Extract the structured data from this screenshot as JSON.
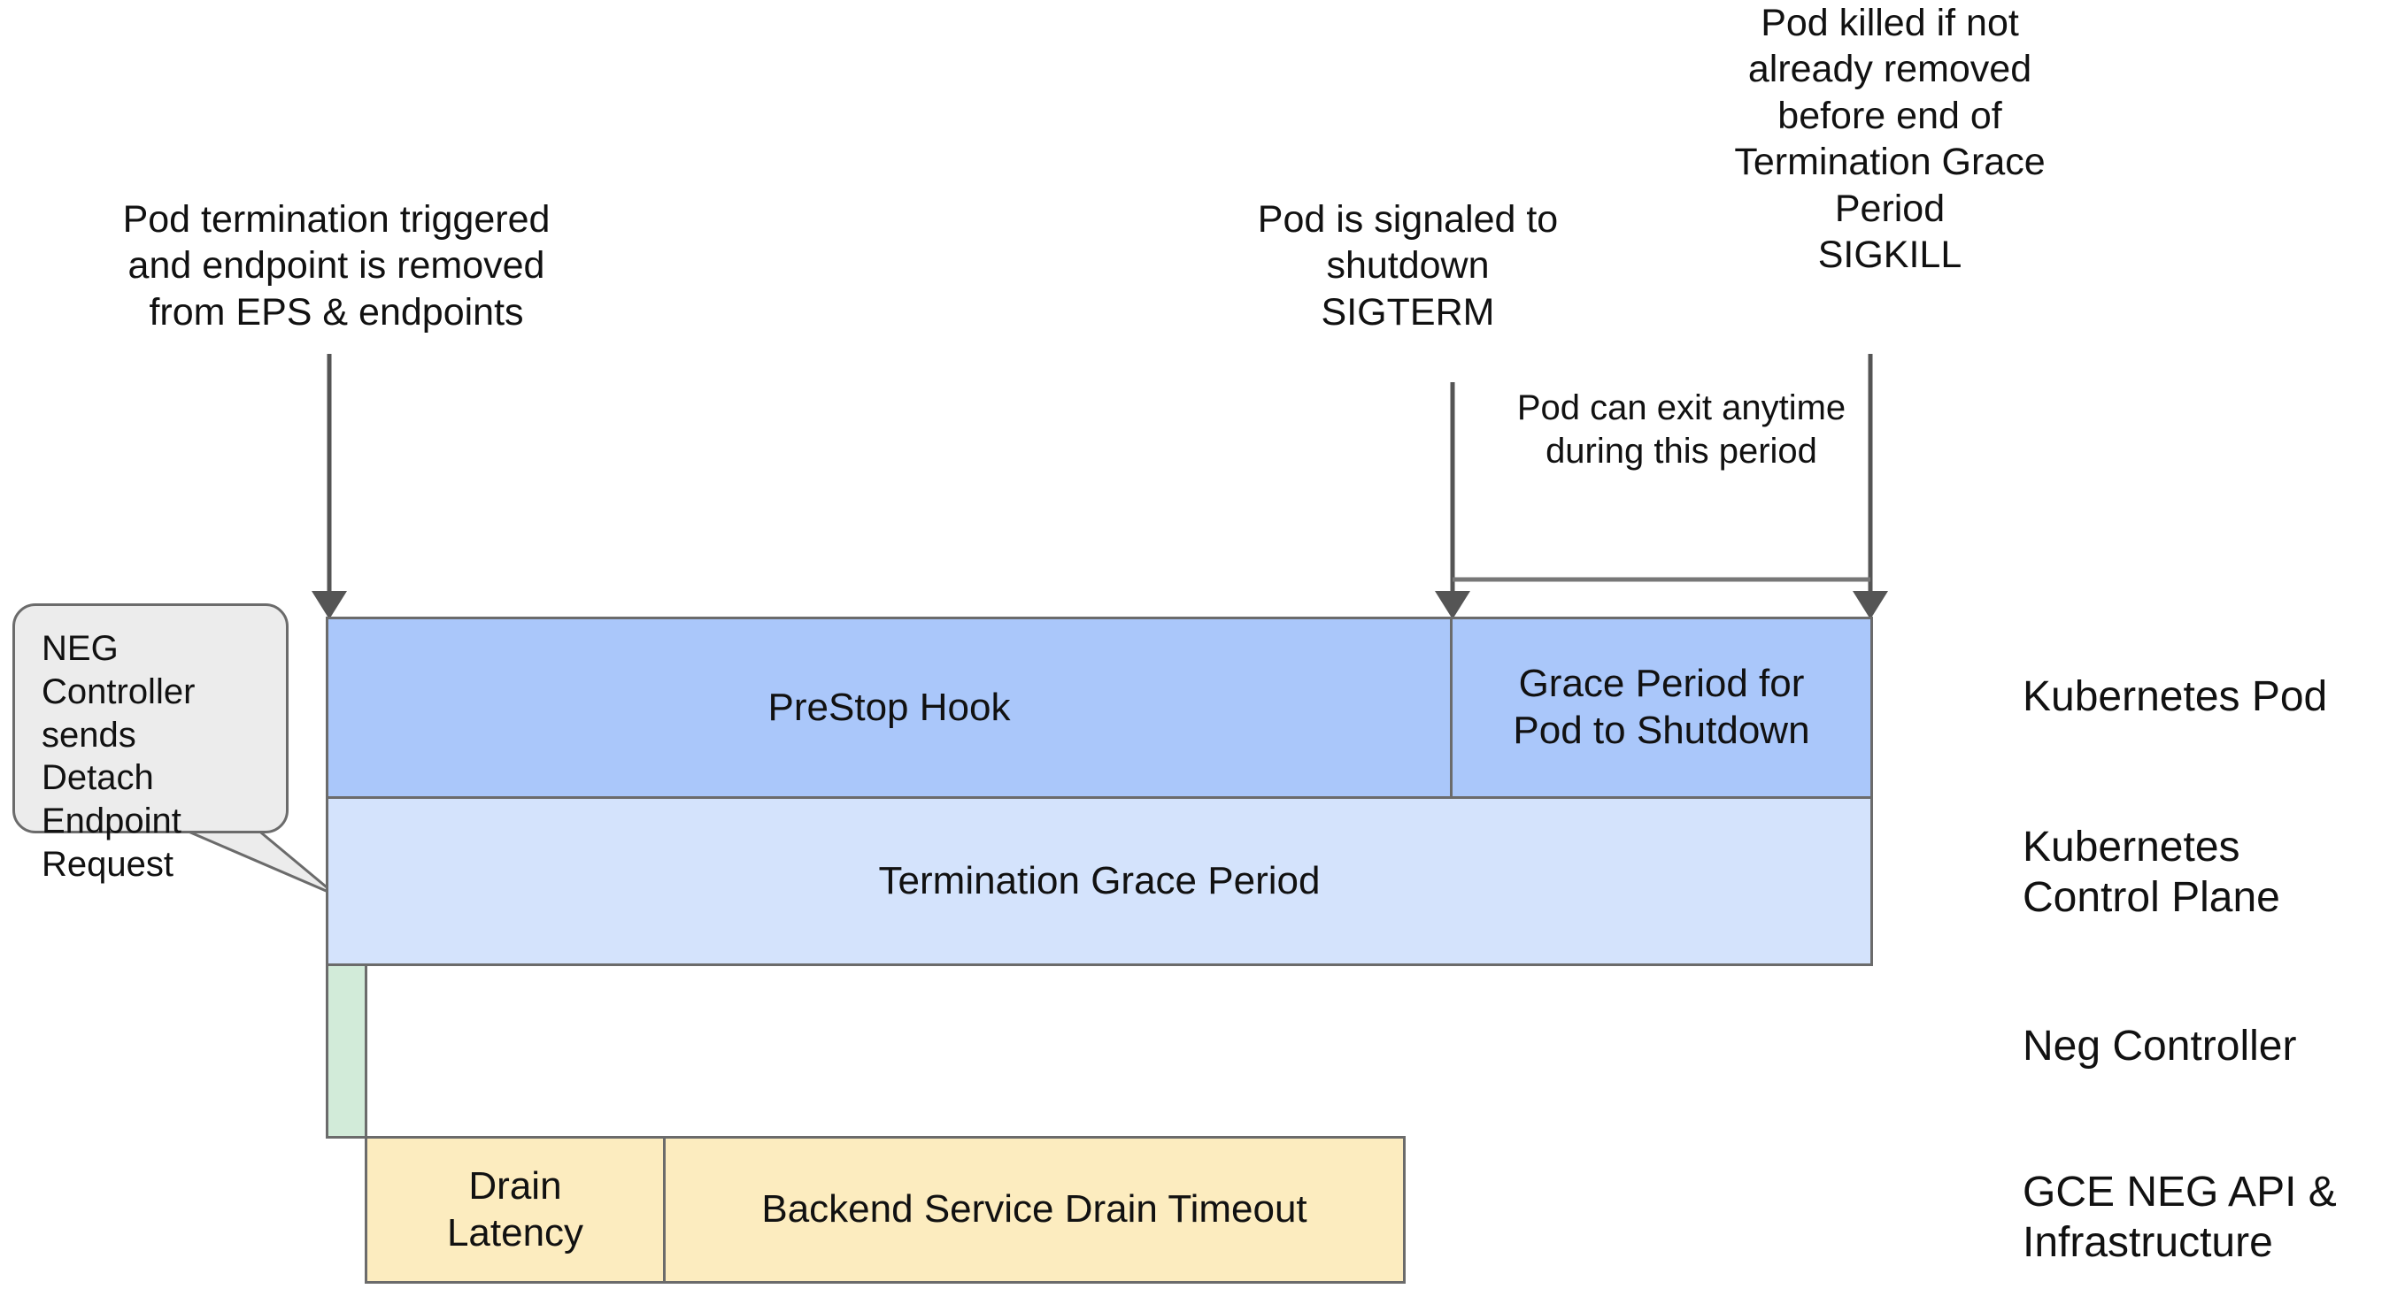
{
  "diagram": {
    "title": "Kubernetes Pod Termination and NEG Endpoint Drain Timeline",
    "colors": {
      "pod_bar": "#AAC7FA",
      "control_plane_bar": "#D4E3FC",
      "neg_bar": "#D2EBD9",
      "gce_bar": "#FCECBF",
      "border": "#6B6B6B",
      "callout_bg": "#ECECEC",
      "text": "#111111"
    }
  },
  "annotations": {
    "termination_trigger": "Pod termination triggered\nand endpoint is removed\nfrom EPS & endpoints",
    "sigterm": "Pod is signaled to\nshutdown\nSIGTERM",
    "sigkill": "Pod killed if not\nalready removed\nbefore end of\nTermination Grace\nPeriod\nSIGKILL",
    "pod_exit_anytime": "Pod can exit anytime\nduring this period"
  },
  "callout": {
    "text": "NEG\nController\nsends\nDetach\nEndpoint\nRequest"
  },
  "bars": {
    "prestop_hook": "PreStop Hook",
    "grace_period": "Grace Period for\nPod to Shutdown",
    "termination_grace_period": "Termination Grace Period",
    "neg_detach": "",
    "drain_latency": "Drain\nLatency",
    "backend_service_drain_timeout": "Backend Service Drain Timeout"
  },
  "lanes": [
    {
      "id": "kubernetes-pod",
      "label": "Kubernetes Pod"
    },
    {
      "id": "kubernetes-control-plane",
      "label": "Kubernetes\nControl Plane"
    },
    {
      "id": "neg-controller",
      "label": "Neg Controller"
    },
    {
      "id": "gce-neg-api",
      "label": "GCE NEG API &\nInfrastructure"
    }
  ],
  "chart_data": {
    "type": "table",
    "title": "Pod Termination Timeline",
    "x": "time",
    "lanes": [
      {
        "lane": "Kubernetes Pod",
        "segments": [
          {
            "label": "PreStop Hook",
            "start": 0.0,
            "end": 0.729,
            "color": "#AAC7FA"
          },
          {
            "label": "Grace Period for Pod to Shutdown",
            "start": 0.729,
            "end": 1.0,
            "color": "#AAC7FA"
          }
        ]
      },
      {
        "lane": "Kubernetes Control Plane",
        "segments": [
          {
            "label": "Termination Grace Period",
            "start": 0.0,
            "end": 1.0,
            "color": "#D4E3FC"
          }
        ]
      },
      {
        "lane": "Neg Controller",
        "segments": [
          {
            "label": "",
            "start": 0.0,
            "end": 0.027,
            "color": "#D2EBD9"
          }
        ]
      },
      {
        "lane": "GCE NEG API & Infrastructure",
        "segments": [
          {
            "label": "Drain Latency",
            "start": 0.025,
            "end": 0.218,
            "color": "#FCECBF"
          },
          {
            "label": "Backend Service Drain Timeout",
            "start": 0.218,
            "end": 0.698,
            "color": "#FCECBF"
          }
        ]
      }
    ],
    "event_markers": [
      {
        "label": "Pod termination triggered and endpoint is removed from EPS & endpoints",
        "t": 0.0
      },
      {
        "label": "Pod is signaled to shutdown SIGTERM",
        "t": 0.729
      },
      {
        "label": "Pod killed if not already removed before end of Termination Grace Period SIGKILL",
        "t": 1.0
      }
    ],
    "span_annotations": [
      {
        "label": "Pod can exit anytime during this period",
        "start": 0.729,
        "end": 1.0
      }
    ]
  }
}
